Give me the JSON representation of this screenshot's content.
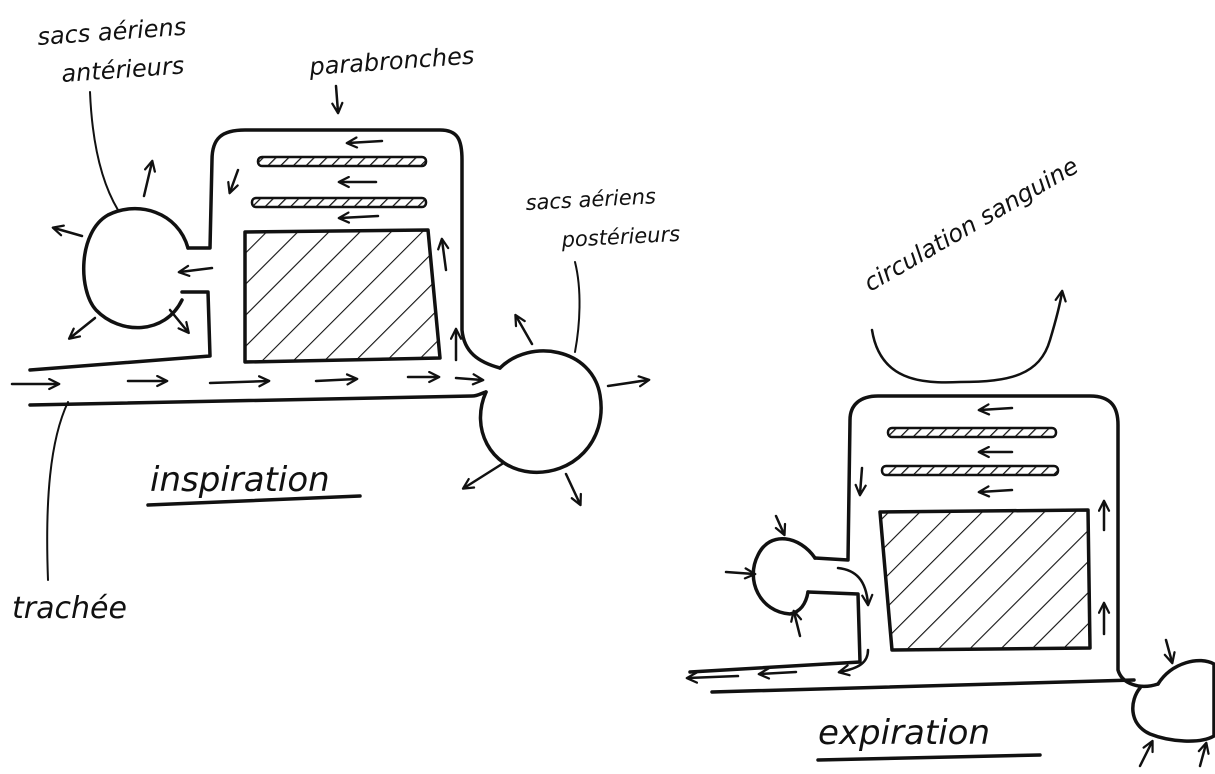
{
  "labels": {
    "anterior_line1": "sacs aériens",
    "anterior_line2": "antérieurs",
    "parabronches": "parabronches",
    "posterior_line1": "sacs aériens",
    "posterior_line2": "postérieurs",
    "circulation": "circulation sanguine",
    "inspiration": "inspiration",
    "trachee": "trachée",
    "expiration": "expiration"
  },
  "colors": {
    "ink": "#111111",
    "paper": "#ffffff"
  }
}
